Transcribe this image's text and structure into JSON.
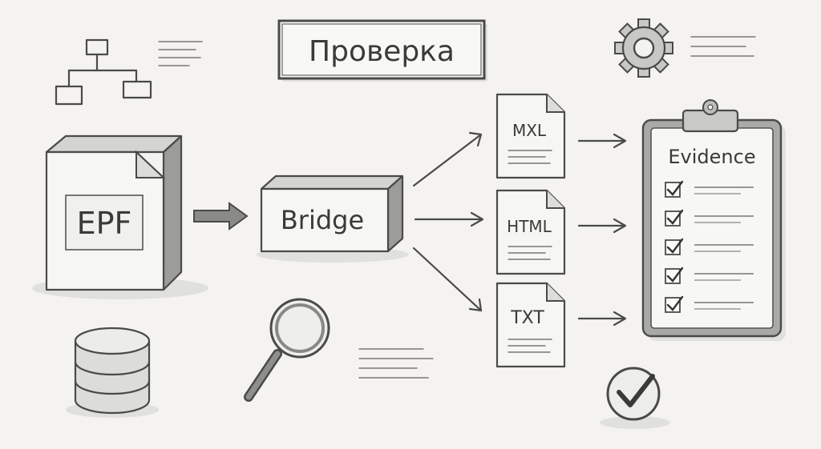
{
  "title": "Проверка",
  "source": {
    "label": "EPF"
  },
  "bridge": {
    "label": "Bridge"
  },
  "outputs": [
    {
      "label": "MXL"
    },
    {
      "label": "HTML"
    },
    {
      "label": "TXT"
    }
  ],
  "evidence": {
    "label": "Evidence",
    "checked_items": 5
  },
  "icons": [
    "flowchart-icon",
    "gear-icon",
    "database-icon",
    "magnifier-icon",
    "checkmark-circle-icon",
    "clipboard-icon",
    "document-icon",
    "cube-icon"
  ]
}
